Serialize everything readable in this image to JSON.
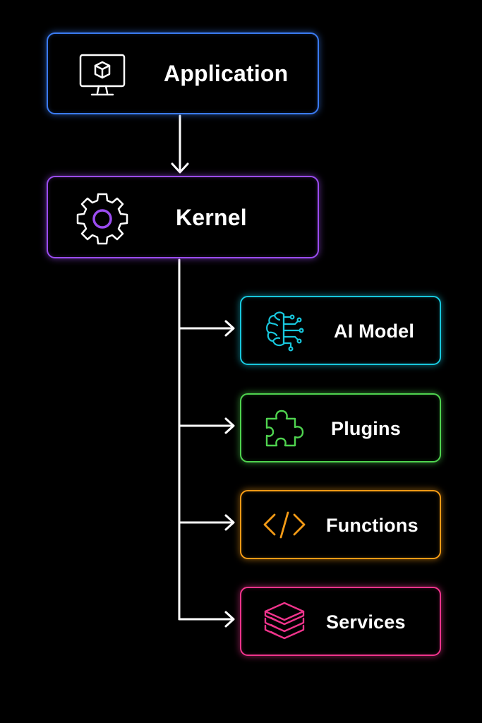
{
  "diagram": {
    "nodes": {
      "application": {
        "label": "Application",
        "icon": "monitor-cube-icon",
        "color": "#3b7bf2"
      },
      "kernel": {
        "label": "Kernel",
        "icon": "gear-icon",
        "color": "#9b4cf0"
      },
      "ai_model": {
        "label": "AI Model",
        "icon": "brain-circuit-icon",
        "color": "#18c7dd"
      },
      "plugins": {
        "label": "Plugins",
        "icon": "puzzle-piece-icon",
        "color": "#4fd34f"
      },
      "functions": {
        "label": "Functions",
        "icon": "code-brackets-icon",
        "color": "#f39a16"
      },
      "services": {
        "label": "Services",
        "icon": "stack-layers-icon",
        "color": "#f0348c"
      }
    },
    "connector_color": "#ffffff",
    "edges": [
      {
        "from": "application",
        "to": "kernel"
      },
      {
        "from": "kernel",
        "to": "ai_model"
      },
      {
        "from": "kernel",
        "to": "plugins"
      },
      {
        "from": "kernel",
        "to": "functions"
      },
      {
        "from": "kernel",
        "to": "services"
      }
    ]
  }
}
